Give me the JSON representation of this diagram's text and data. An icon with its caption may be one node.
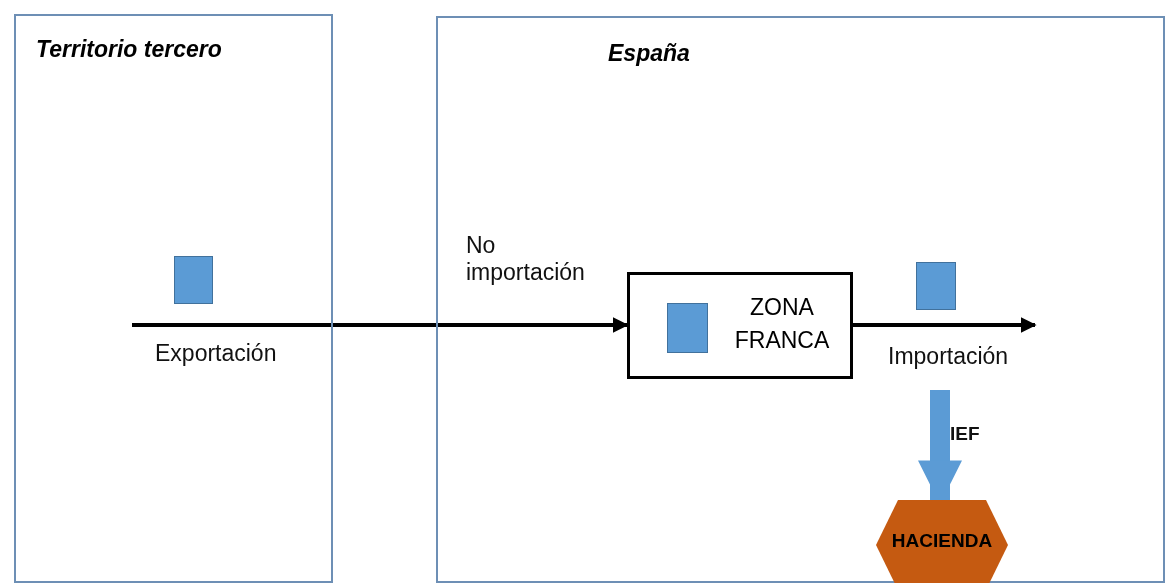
{
  "diagram": {
    "nodes": [
      {
        "text": [
          "Territorio tercero"
        ]
      },
      {
        "text": [
          "España"
        ]
      },
      {
        "text": [],
        "shape": "box",
        "in": 0
      },
      {
        "text": [
          "ZONA FRANCA"
        ],
        "in": 1
      },
      {
        "text": [],
        "shape": "box",
        "in": 3
      },
      {
        "text": [],
        "shape": "box",
        "in": 1
      },
      {
        "text": [
          "HACIENDA"
        ],
        "in": 1
      }
    ],
    "edges": [
      {
        "from": null,
        "to": 3,
        "arrow": "to",
        "label": "No importación"
      },
      {
        "from": 3,
        "to": null,
        "arrow": "to",
        "label": "Importación"
      },
      {
        "from": null,
        "to": 6,
        "arrow": "to",
        "label": "IEF",
        "style": "thick",
        "color": "#5b9bd5"
      }
    ],
    "labels": [
      "Exportación"
    ]
  }
}
